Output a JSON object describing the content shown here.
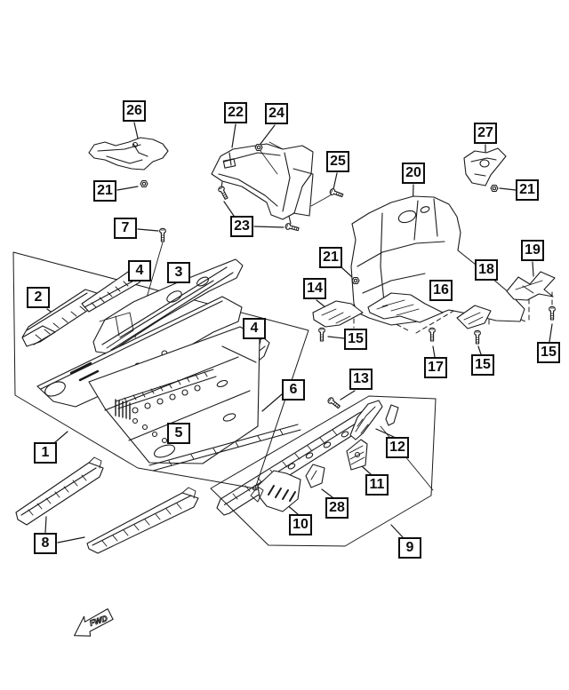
{
  "diagram": {
    "type": "exploded-parts-diagram",
    "subject": "vehicle floor pan, sills, crossmembers and silencer pads",
    "fwd_label": "FWD",
    "colors": {
      "background": "#ffffff",
      "line": "#1a1a1a",
      "callout_border": "#0d0d0d"
    }
  },
  "callouts": [
    {
      "label": "26"
    },
    {
      "label": "21"
    },
    {
      "label": "22"
    },
    {
      "label": "24"
    },
    {
      "label": "25"
    },
    {
      "label": "27"
    },
    {
      "label": "21"
    },
    {
      "label": "20"
    },
    {
      "label": "7"
    },
    {
      "label": "23"
    },
    {
      "label": "21"
    },
    {
      "label": "19"
    },
    {
      "label": "18"
    },
    {
      "label": "14"
    },
    {
      "label": "16"
    },
    {
      "label": "2"
    },
    {
      "label": "4"
    },
    {
      "label": "3"
    },
    {
      "label": "4"
    },
    {
      "label": "15"
    },
    {
      "label": "17"
    },
    {
      "label": "15"
    },
    {
      "label": "15"
    },
    {
      "label": "13"
    },
    {
      "label": "6"
    },
    {
      "label": "12"
    },
    {
      "label": "11"
    },
    {
      "label": "28"
    },
    {
      "label": "10"
    },
    {
      "label": "9"
    },
    {
      "label": "5"
    },
    {
      "label": "1"
    },
    {
      "label": "8"
    }
  ]
}
